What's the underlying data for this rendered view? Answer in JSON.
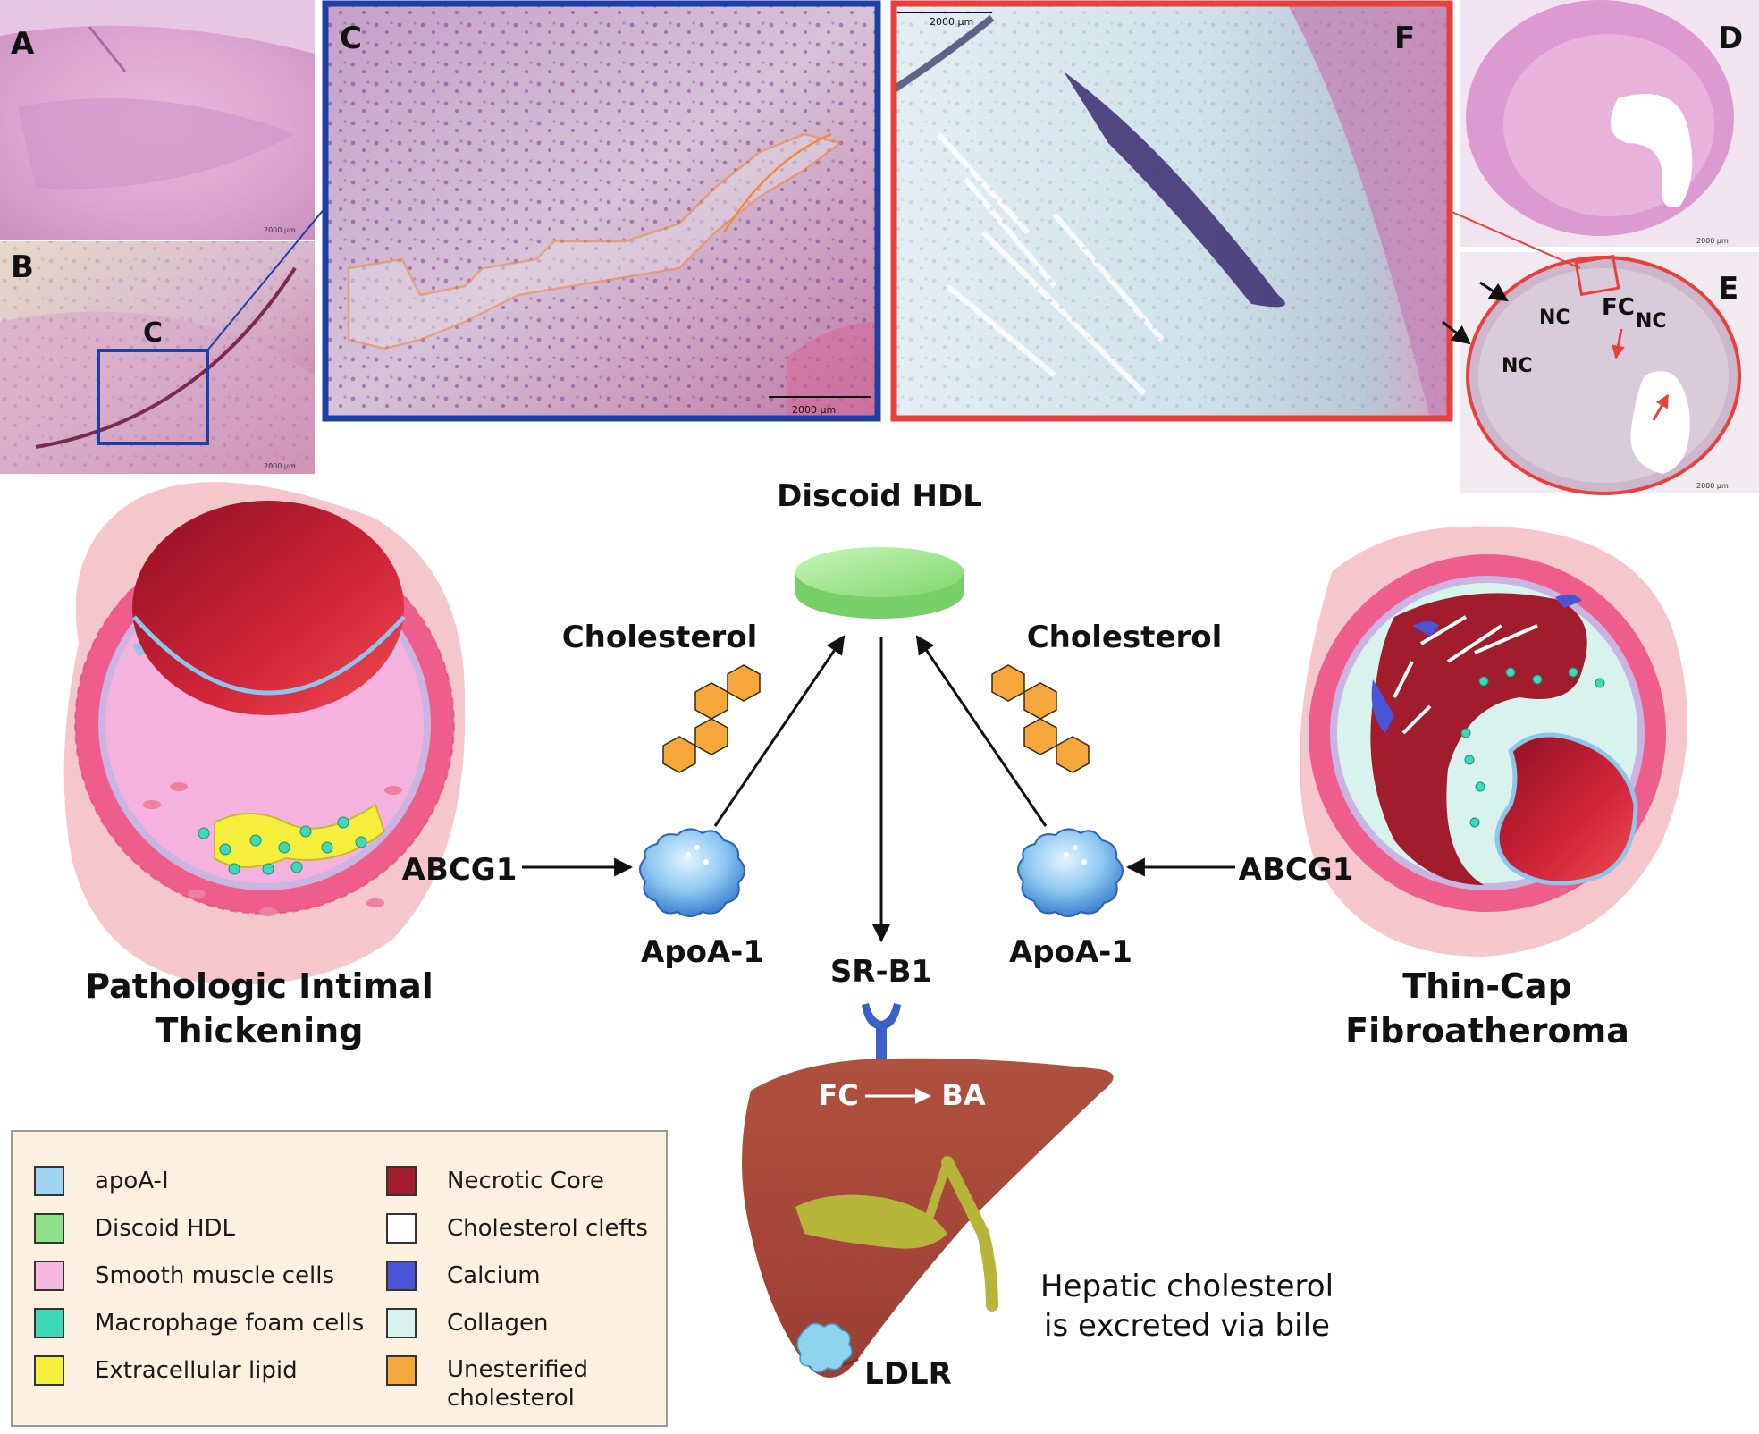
{
  "panels": {
    "A": "A",
    "B": "B",
    "C": "C",
    "D": "D",
    "E": "E",
    "F": "F",
    "box_c": "C",
    "scale": "2000 μm",
    "nc1": "NC",
    "nc2": "NC",
    "nc3": "NC",
    "fc": "FC"
  },
  "diagram": {
    "discoid_hdl": "Discoid HDL",
    "cholesterol_left": "Cholesterol",
    "cholesterol_right": "Cholesterol",
    "abcg1_left": "ABCG1",
    "abcg1_right": "ABCG1",
    "apoa1_left": "ApoA-1",
    "apoa1_right": "ApoA-1",
    "srb1": "SR-B1",
    "fc": "FC",
    "ba": "BA",
    "ldlr": "LDLR",
    "hepatic_line1": "Hepatic cholesterol",
    "hepatic_line2": "is excreted via bile",
    "pit_line1": "Pathologic Intimal",
    "pit_line2": "Thickening",
    "tcfa_line1": "Thin-Cap",
    "tcfa_line2": "Fibroatheroma"
  },
  "colors": {
    "apoa": "#9fd4f2",
    "hdl": "#90e08a",
    "smc": "#f7b8e0",
    "foam": "#3fd9b8",
    "lipid": "#f6ee3c",
    "necrotic": "#a11c2c",
    "clefts": "#ffffff",
    "calcium": "#4a55d6",
    "collagen": "#d8f3ee",
    "unesterified": "#f5a73c",
    "blue_box": "#1f3fa8",
    "red_box": "#e8403e"
  },
  "legend": {
    "left": [
      {
        "label": "apoA-I",
        "color": "#9fd4f2"
      },
      {
        "label": "Discoid HDL",
        "color": "#90e08a"
      },
      {
        "label": "Smooth muscle cells",
        "color": "#f7b8e0"
      },
      {
        "label": "Macrophage foam cells",
        "color": "#3fd9b8"
      },
      {
        "label": "Extracellular lipid",
        "color": "#f6ee3c"
      }
    ],
    "right": [
      {
        "label": "Necrotic Core",
        "color": "#a11c2c"
      },
      {
        "label": "Cholesterol clefts",
        "color": "#ffffff"
      },
      {
        "label": "Calcium",
        "color": "#4a55d6"
      },
      {
        "label": "Collagen",
        "color": "#d8f3ee"
      },
      {
        "label": "Unesterified\ncholesterol",
        "color": "#f5a73c"
      }
    ]
  }
}
